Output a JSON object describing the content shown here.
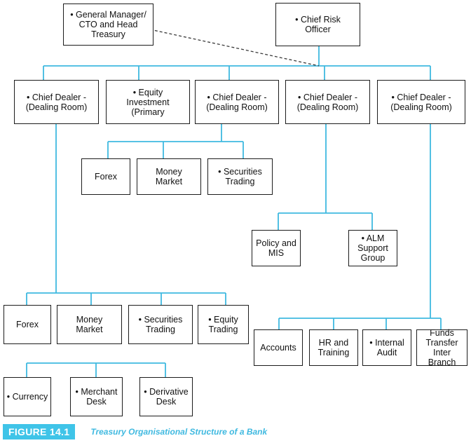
{
  "diagram": {
    "nodes": {
      "gm": "• General Manager/\nCTO and Head\nTreasury",
      "cro": "• Chief Risk\nOfficer",
      "cd1": "• Chief Dealer -\n(Dealing Room)",
      "eq": "• Equity\nInvestment\n(Primary",
      "cd3": "• Chief Dealer -\n(Dealing Room)",
      "cd4": "• Chief Dealer -\n(Dealing Room)",
      "cd5": "• Chief Dealer -\n(Dealing Room)",
      "forex_mid": "Forex",
      "mm_mid": "Money\nMarket",
      "sec_mid": "• Securities\nTrading",
      "policy": "Policy and\nMIS",
      "alm": "• ALM\nSupport\nGroup",
      "forex_left": "Forex",
      "mm_left": "Money\nMarket",
      "sec_left": "• Securities\nTrading",
      "eqt_left": "• Equity\nTrading",
      "currency": "• Currency",
      "merchant": "• Merchant\nDesk",
      "derivative": "• Derivative\nDesk",
      "accounts": "Accounts",
      "hr": "HR and\nTraining",
      "audit": "• Internal\nAudit",
      "funds": "Funds\nTransfer\nInter Branch"
    },
    "line_color": "#3fb9e0",
    "border_color": "#1c1c1c"
  },
  "caption": {
    "label": "FIGURE 14.1",
    "title": "Treasury Organisational Structure of a Bank",
    "label_color": "#3fc4e8"
  }
}
